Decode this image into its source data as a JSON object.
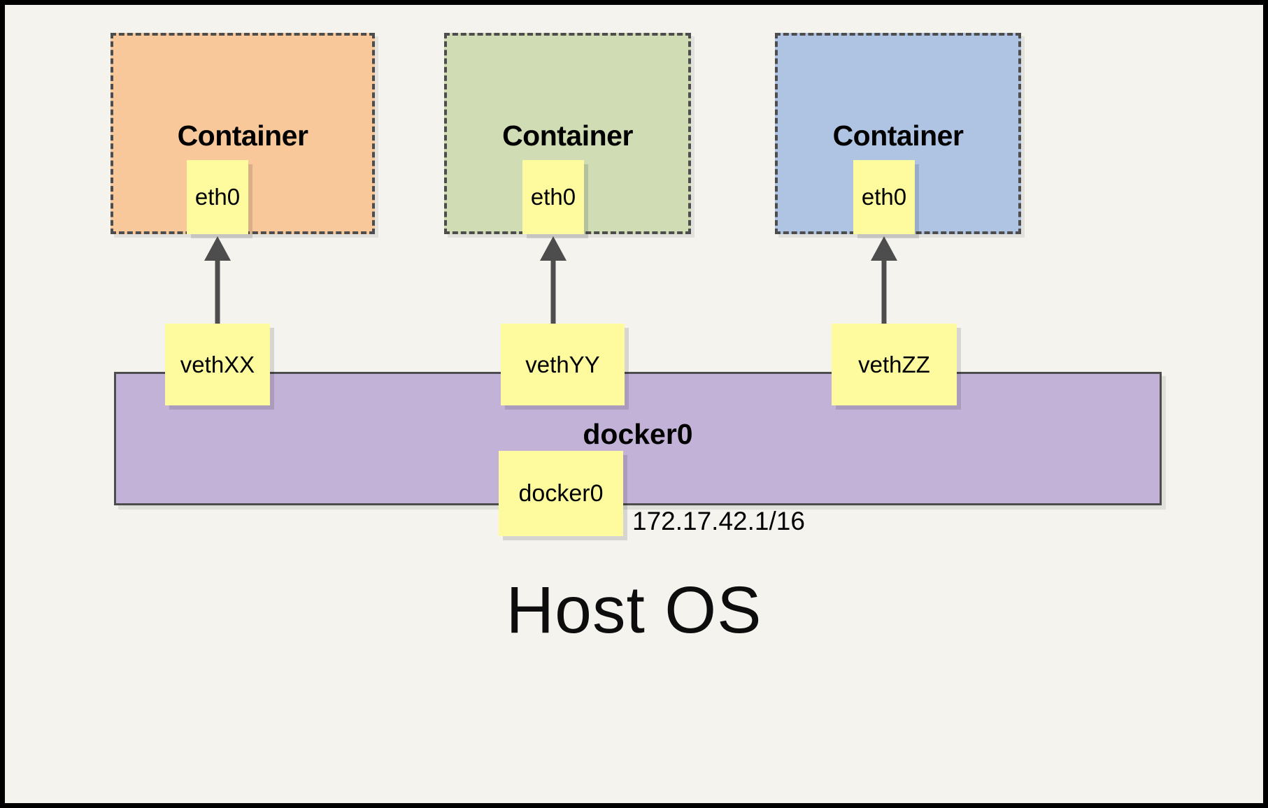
{
  "diagram": {
    "title_text": "Host OS",
    "background_color": "#f4f3ee",
    "frame_color": "#000000",
    "containers": [
      {
        "label": "Container",
        "fill_color": "#f8c89b",
        "border_style": "dashed",
        "interface": {
          "label": "eth0",
          "fill_color": "#fdfb9d"
        }
      },
      {
        "label": "Container",
        "fill_color": "#cfdcb4",
        "border_style": "dashed",
        "interface": {
          "label": "eth0",
          "fill_color": "#fdfb9d"
        }
      },
      {
        "label": "Container",
        "fill_color": "#afc4e3",
        "border_style": "dashed",
        "interface": {
          "label": "eth0",
          "fill_color": "#fdfb9d"
        }
      }
    ],
    "veth_pairs": [
      {
        "label": "vethXX",
        "fill_color": "#fdfb9d"
      },
      {
        "label": "vethYY",
        "fill_color": "#fdfb9d"
      },
      {
        "label": "vethZZ",
        "fill_color": "#fdfb9d"
      }
    ],
    "bridge": {
      "label": "docker0",
      "interface_label": "docker0",
      "ip_address": "172.17.42.1/16",
      "fill_color": "#c3b2d8",
      "border_color": "#4d4d4d"
    },
    "connectors": {
      "style": "double-headed-arrow",
      "color": "#4d4d4d",
      "count": 3
    }
  }
}
